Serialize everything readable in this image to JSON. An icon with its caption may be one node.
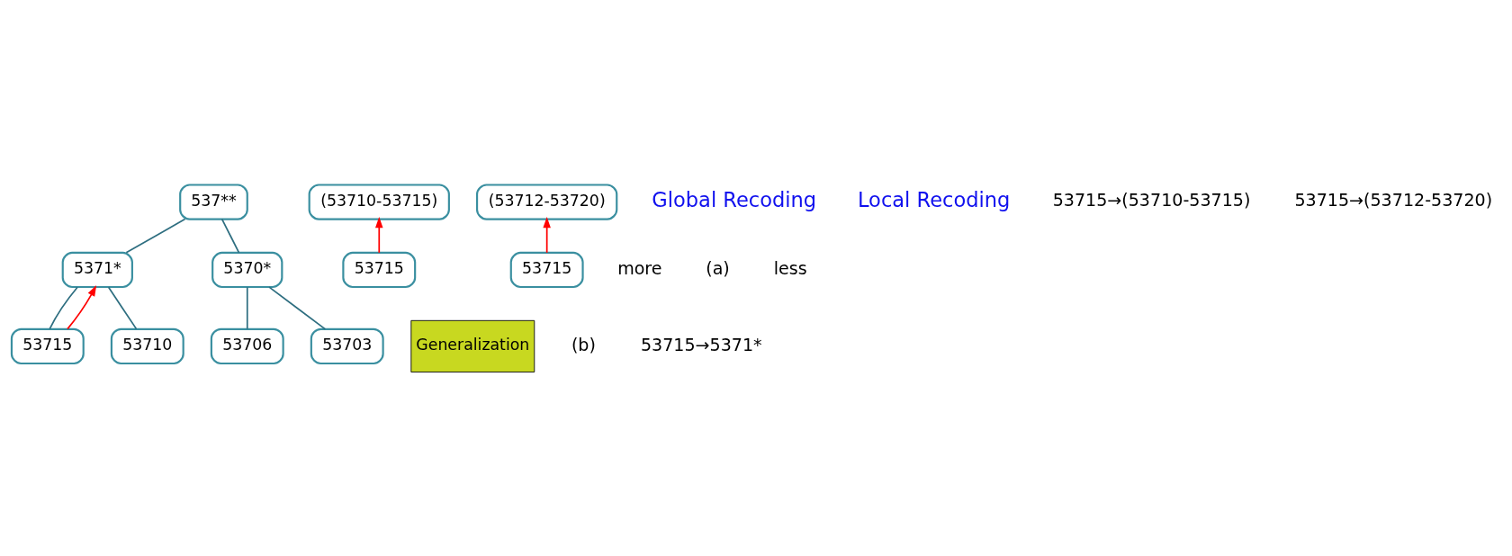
{
  "diagram": {
    "nodes": [
      {
        "text": [
          "537**"
        ]
      },
      {
        "text": [
          "5371*"
        ]
      },
      {
        "text": [
          "5370*"
        ]
      },
      {
        "text": [
          "53715"
        ]
      },
      {
        "text": [
          "53710"
        ]
      },
      {
        "text": [
          "53706"
        ]
      },
      {
        "text": [
          "53703"
        ]
      },
      {
        "text": [
          "(53710-53715)"
        ]
      },
      {
        "text": [
          "53715"
        ]
      },
      {
        "text": [
          "(53712-53720)"
        ]
      },
      {
        "text": [
          "53715"
        ]
      }
    ],
    "edges": [
      {
        "from": 0,
        "to": 1,
        "arrow": "none"
      },
      {
        "from": 0,
        "to": 2,
        "arrow": "none"
      },
      {
        "from": 1,
        "to": 3,
        "arrow": "none"
      },
      {
        "from": 1,
        "to": 4,
        "arrow": "none"
      },
      {
        "from": 2,
        "to": 5,
        "arrow": "none"
      },
      {
        "from": 2,
        "to": 6,
        "arrow": "none"
      },
      {
        "from": 3,
        "to": 1,
        "arrow": "to",
        "color": "#ff0000"
      },
      {
        "from": 8,
        "to": 7,
        "arrow": "to",
        "color": "#ff0000"
      },
      {
        "from": 10,
        "to": 9,
        "arrow": "to",
        "color": "#ff0000"
      }
    ],
    "labels": [
      "Global Recoding",
      "Local Recoding",
      "more",
      "Generalization",
      "(a)",
      "(b)",
      "less",
      "53715→5371*",
      "53715→(53710-53715)",
      "53715→(53712-53720)"
    ]
  }
}
